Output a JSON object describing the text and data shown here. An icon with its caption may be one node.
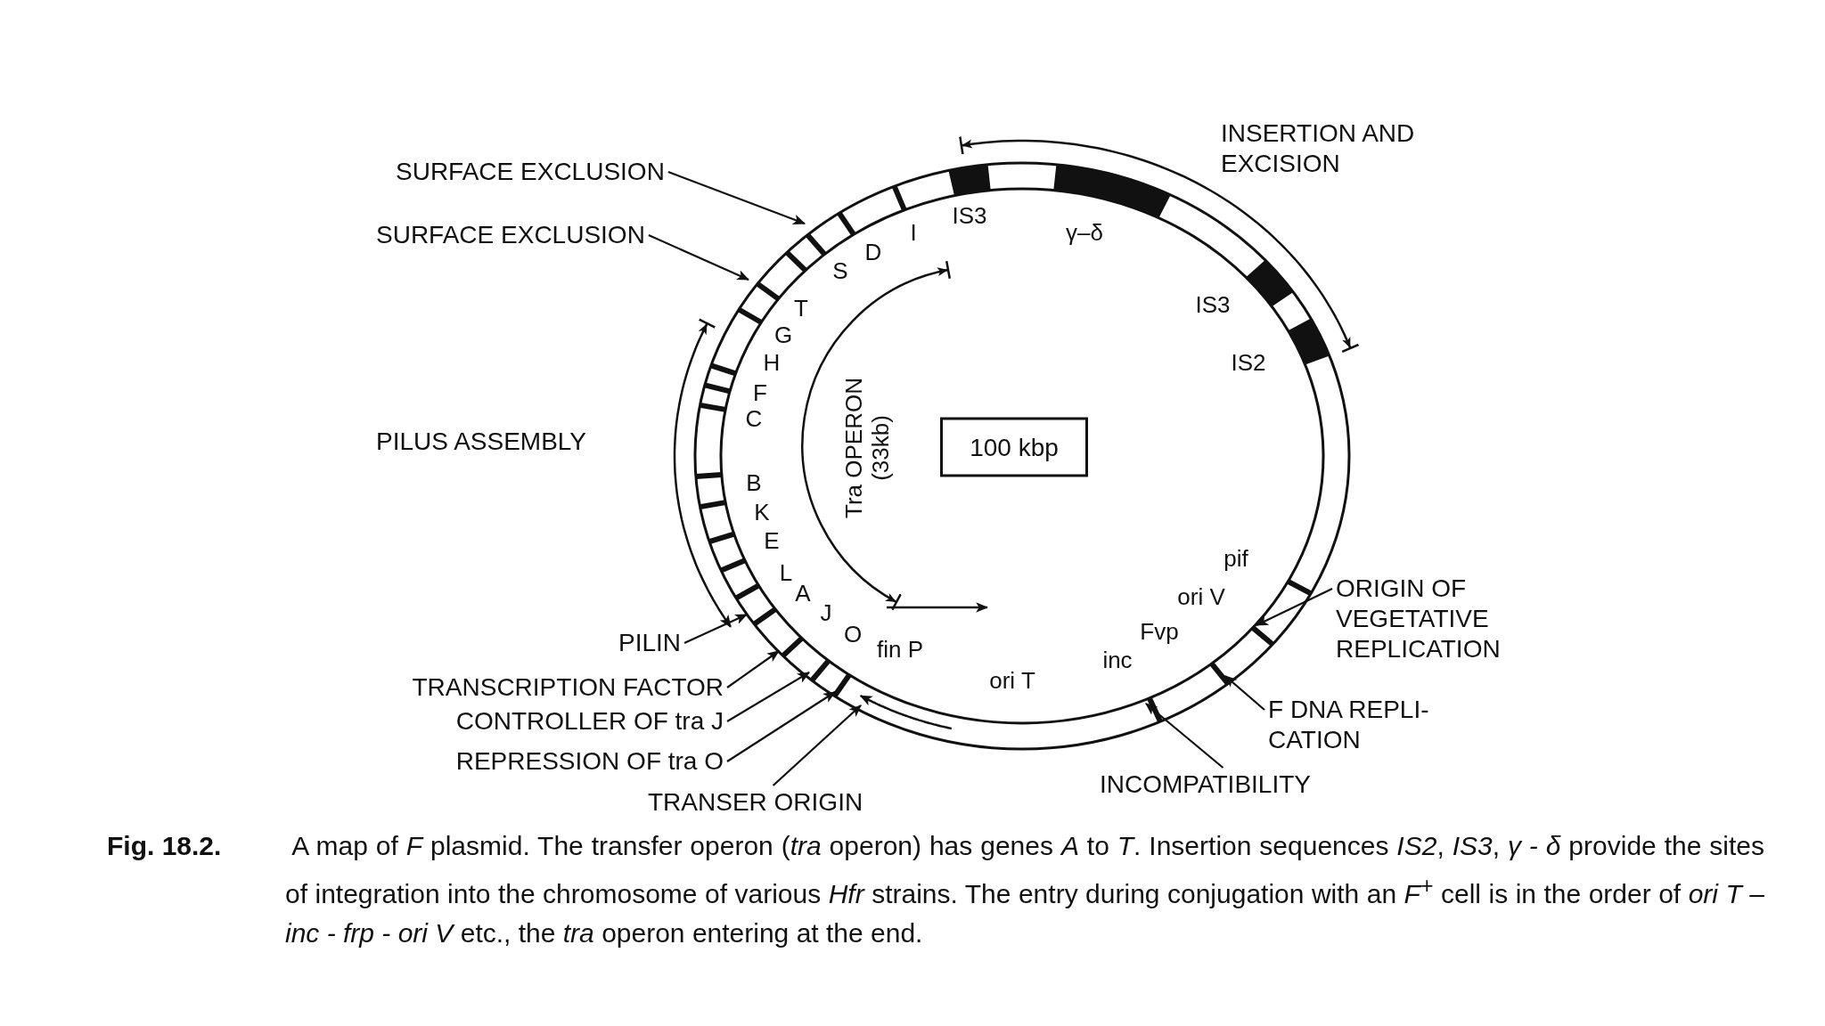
{
  "diagram": {
    "caption": "**Fig. 18.2.** A map of *F* plasmid. The transfer operon (*tra* operon) has genes *A* to *T*. Insertion sequences *IS2*, *IS3*, *γ - δ* provide the sites of integration into the chromosome of various *Hfr* strains. The entry during conjugation with an *F*$^{+}$ cell is in the order of *ori T – inc - frp - ori V* etc., the *tra* operon entering at the end.",
    "nodes": [
      {
        "text": [
          "SURFACE EXCLUSION"
        ]
      },
      {
        "text": [
          "SURFACE EXCLUSION"
        ]
      },
      {
        "text": [
          "PILIN"
        ]
      },
      {
        "text": [
          "TRANSCRIPTION FACTOR"
        ]
      },
      {
        "text": [
          "CONTROLLER OF tra J"
        ]
      },
      {
        "text": [
          "REPRESSION OF tra O"
        ]
      },
      {
        "text": [
          "TRANSER ORIGIN"
        ]
      },
      {
        "text": [
          "INCOMPATIBILITY"
        ]
      },
      {
        "text": [
          "F DNA REPLI- CATION"
        ]
      },
      {
        "text": [
          "ORIGIN OF VEGETATIVE REPLICATION"
        ]
      },
      {
        "text": [
          "100 kbp"
        ]
      }
    ],
    "edges": [
      {
        "from": 0,
        "to": null,
        "arrow": "to"
      },
      {
        "from": 1,
        "to": null,
        "arrow": "to"
      },
      {
        "from": 2,
        "to": null,
        "arrow": "to"
      },
      {
        "from": 3,
        "to": null,
        "arrow": "to"
      },
      {
        "from": 4,
        "to": null,
        "arrow": "to"
      },
      {
        "from": 5,
        "to": null,
        "arrow": "to"
      },
      {
        "from": 6,
        "to": null,
        "arrow": "to"
      },
      {
        "from": 7,
        "to": null,
        "arrow": "to"
      },
      {
        "from": 8,
        "to": null,
        "arrow": "to"
      },
      {
        "from": 9,
        "to": null,
        "arrow": "to"
      }
    ],
    "labels": [
      "INSERTION AND EXCISION",
      "IS3",
      "γ–δ",
      "S",
      "D",
      "I",
      "T",
      "G",
      "H",
      "F",
      "C",
      "PILUS ASSEMBLY",
      "Tra OPERON (33kb)",
      "IS3",
      "IS2",
      "B",
      "K",
      "E",
      "L",
      "A",
      "J",
      "O",
      "fin P",
      "pif",
      "ori V",
      "Fvp",
      "inc",
      "ori T"
    ]
  }
}
